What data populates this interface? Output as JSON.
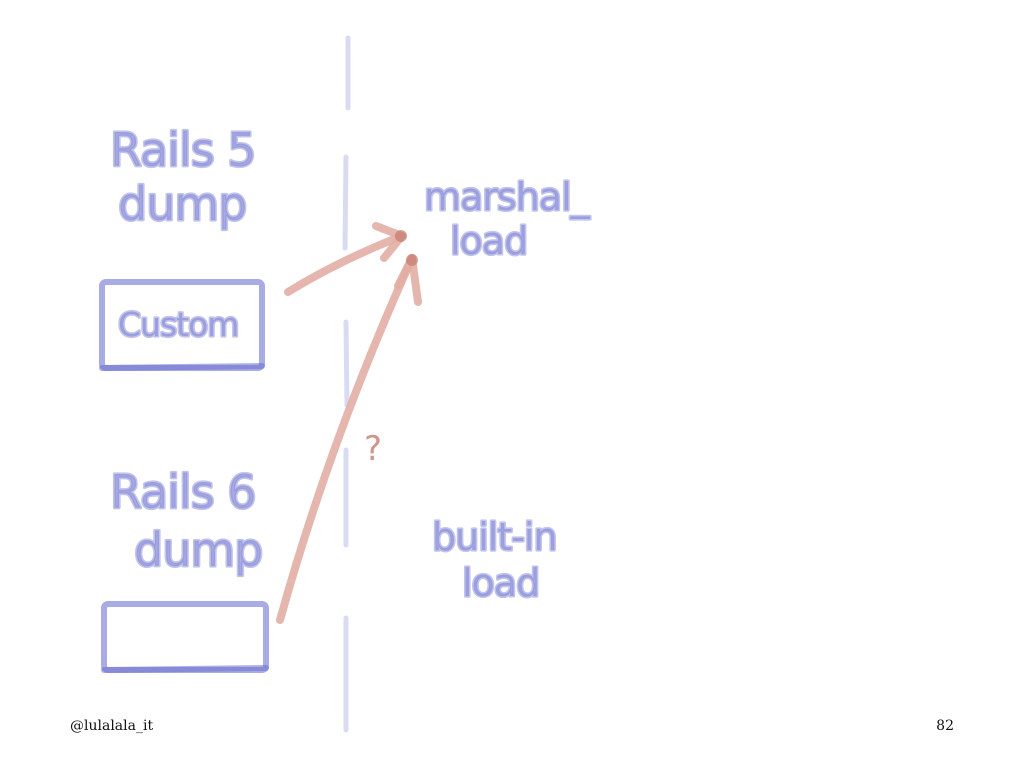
{
  "slide": {
    "left_top_label": [
      "Rails 5",
      "dump"
    ],
    "left_box_label": "Custom",
    "left_bottom_label": [
      "Rails 6",
      "dump"
    ],
    "right_top_label": [
      "marshal_",
      "load"
    ],
    "right_bottom_label": [
      "built-in",
      "load"
    ],
    "question_mark": "?",
    "footer_handle": "@lulalala_it",
    "page_number": "82"
  },
  "colors": {
    "ink_blue": "#8f93da",
    "ink_blue_dark": "#6a6fcf",
    "divider": "#d9dbf3",
    "arrow_red": "#e2aea4",
    "arrow_red_dark": "#c47a6e",
    "background": "#ffffff"
  }
}
